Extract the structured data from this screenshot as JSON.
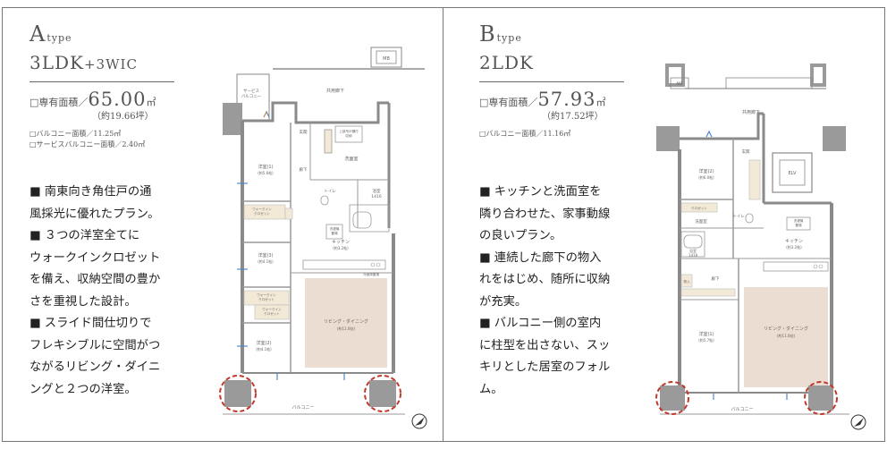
{
  "a": {
    "letter": "A",
    "type_word": "type",
    "plan_main": "3LDK",
    "plan_sub": "+3WIC",
    "area_label": "□専有面積／",
    "area_value": "65.00",
    "area_unit": "㎡",
    "area_tsubo": "（約19.66坪）",
    "balcony": "□バルコニー面積／11.25㎡",
    "service_balcony": "□サービスバルコニー面積／2.40㎡",
    "features": [
      "■ 南東向き角住戸の通",
      "風採光に優れたプラン。",
      "■ ３つの洋室全てに",
      "ウォークインクロゼット",
      "を備え、収納空間の豊か",
      "さを重視した設計。",
      "■ スライド間仕切りで",
      "フレキシブルに空間がつ",
      "ながるリビング・ダイニ",
      "ングと２つの洋室。"
    ],
    "plan": {
      "ms": "MB",
      "service_balcony": "サービス\nバルコニー",
      "corridor": "共用廊下",
      "genkan": "玄関",
      "shoes": "シューズ\nボックス",
      "storage_top": "上部吊\n戸棚付\n収納",
      "hall": "廊下",
      "wash": "洗面室",
      "toilet": "トイレ",
      "bath": "浴室\n1416",
      "washer": "洗濯機\n置場",
      "room1": "洋室(1)",
      "room1_size": "(約5.6帖)",
      "wic1": "ウォークイン\nクロゼット",
      "room3": "洋室(3)",
      "room3_size": "(約4.1帖)",
      "wic3": "ウォークイン\nクロゼット",
      "wic2": "ウォークイン\nクロゼット",
      "room2": "洋室(2)",
      "room2_size": "(約4.1帖)",
      "kitchen": "キッチン",
      "kitchen_size": "(約3.2帖)",
      "fridge": "冷蔵庫置場",
      "ld": "リビング・ダイニング",
      "ld_size": "(約11.0帖)",
      "balcony": "バルコニー"
    }
  },
  "b": {
    "letter": "B",
    "type_word": "type",
    "plan_main": "2LDK",
    "area_label": "□専有面積／",
    "area_value": "57.93",
    "area_unit": "㎡",
    "area_tsubo": "（約17.52坪）",
    "balcony": "□バルコニー面積／11.16㎡",
    "features": [
      "■ キッチンと洗面室を",
      "隣り合わせた、家事動線",
      "の良いプラン。",
      "■ 連続した廊下の物入",
      "れをはじめ、随所に収納",
      "が充実。",
      "■ バルコニー側の室内",
      "に柱型を出さない、スッ",
      "キリとした居室のフォル",
      "ム。"
    ],
    "plan": {
      "ms": "MB",
      "corridor": "共用廊下",
      "genkan": "玄関",
      "elv": "ELV",
      "room2": "洋室(2)",
      "room2_size": "(約6.0帖)",
      "closet": "クロゼット",
      "wash": "洗面室",
      "toilet": "トイレ",
      "bath": "浴室\n1418",
      "washer": "洗濯機\n置場",
      "kitchen": "キッチン",
      "kitchen_size": "(約3.2帖)",
      "storage": "物入",
      "hall": "廊下",
      "room1": "洋室(1)",
      "room1_size": "(約5.7帖)",
      "ld": "リビング・ダイニング",
      "ld_size": "(約11.0帖)",
      "balcony": "バルコニー"
    }
  },
  "colors": {
    "wall": "#9a9a9a",
    "ld_fill": "#ecddd2",
    "wic_fill": "#f2ead7",
    "highlight": "#c0392b",
    "accent": "#4f88c7"
  }
}
